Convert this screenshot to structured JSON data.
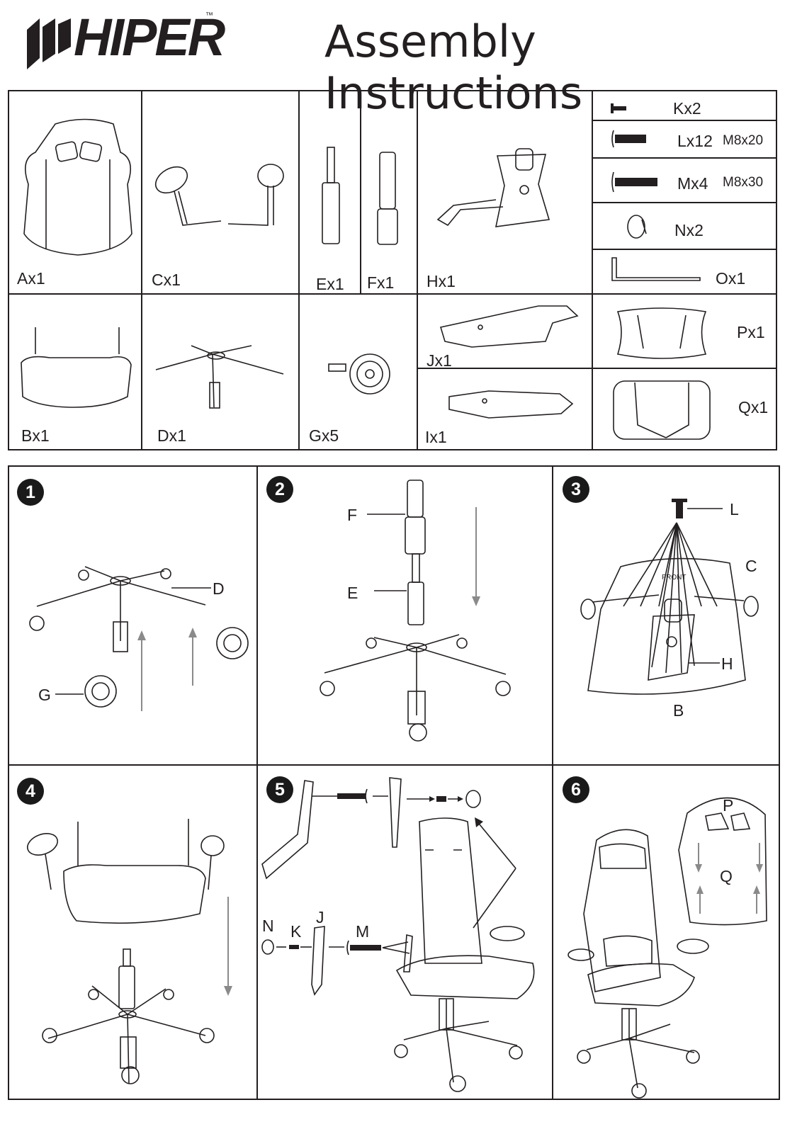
{
  "header": {
    "brand": "HIPER",
    "trademark": "™",
    "title": "Assembly Instructions"
  },
  "parts": {
    "A": "Ax1",
    "C": "Cx1",
    "E": "Ex1",
    "F": "Fx1",
    "H": "Hx1",
    "B": "Bx1",
    "D": "Dx1",
    "G": "Gx5",
    "J": "Jx1",
    "I": "Ix1",
    "P": "Px1",
    "Q": "Qx1",
    "K": "Kx2",
    "L": "Lx12",
    "L_size": "M8x20",
    "M": "Mx4",
    "M_size": "M8x30",
    "N": "Nx2",
    "O": "Ox1"
  },
  "steps": {
    "s1": {
      "num": "1",
      "callouts": {
        "D": "D",
        "G": "G"
      }
    },
    "s2": {
      "num": "2",
      "callouts": {
        "F": "F",
        "E": "E"
      }
    },
    "s3": {
      "num": "3",
      "callouts": {
        "L": "L",
        "C": "C",
        "front": "FRONT",
        "H": "H",
        "B": "B"
      }
    },
    "s4": {
      "num": "4"
    },
    "s5": {
      "num": "5",
      "callouts": {
        "N": "N",
        "K": "K",
        "J": "J",
        "M": "M"
      }
    },
    "s6": {
      "num": "6",
      "callouts": {
        "P": "P",
        "Q": "Q"
      }
    }
  },
  "colors": {
    "ink": "#231f20",
    "arrow": "#8a8a8a",
    "badge": "#1a1a1a"
  }
}
